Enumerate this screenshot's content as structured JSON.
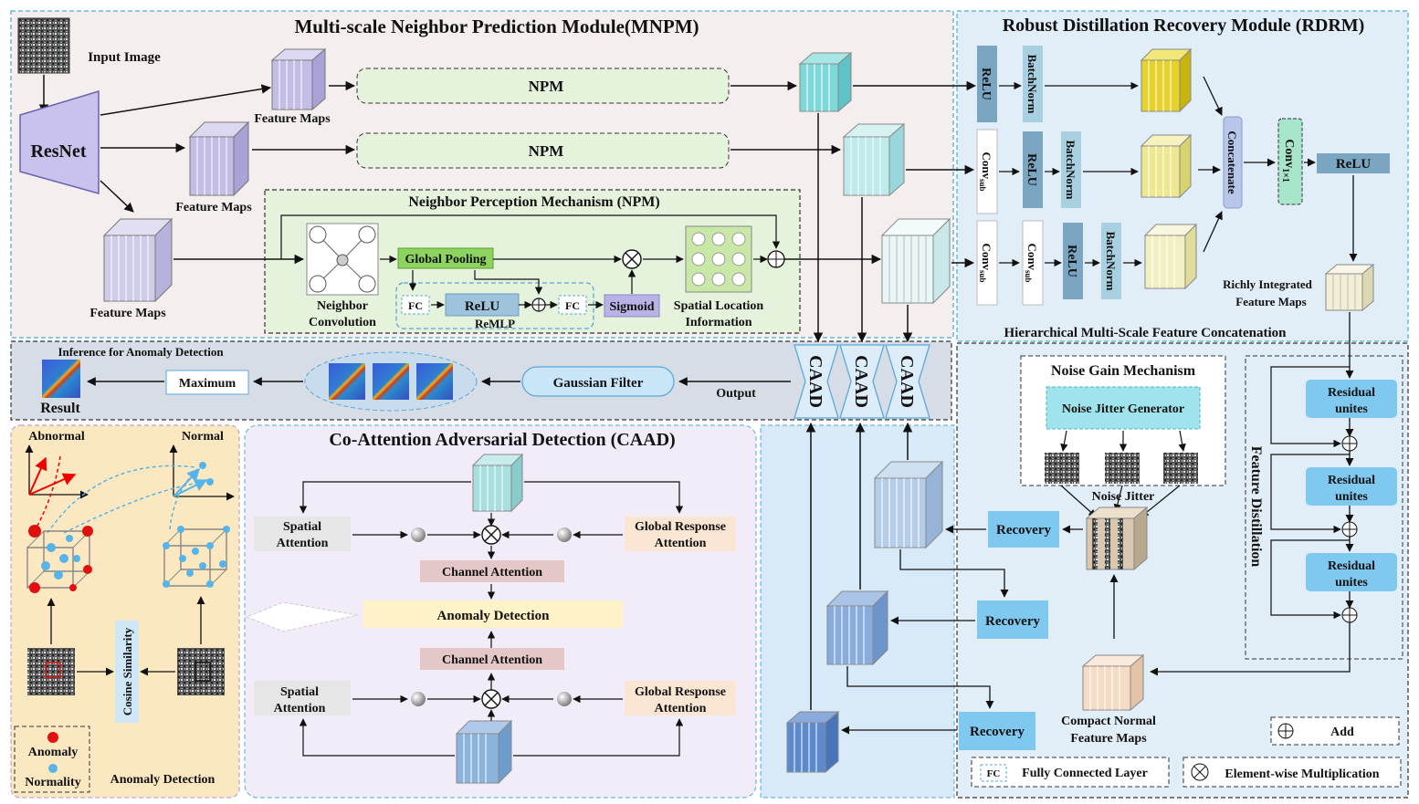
{
  "mnpm": {
    "title": "Multi-scale Neighbor Prediction Module(MNPM)",
    "input_image": "Input Image",
    "resnet": "ResNet",
    "feature_maps": "Feature Maps",
    "npm": "NPM",
    "npm_detail": {
      "title": "Neighbor Perception Mechanism (NPM)",
      "neighbor_conv_1": "Neighbor",
      "neighbor_conv_2": "Convolution",
      "global_pooling": "Global Pooling",
      "fc": "FC",
      "relu": "ReLU",
      "remlp": "ReMLP",
      "sigmoid": "Sigmoid",
      "spatial_1": "Spatial Location",
      "spatial_2": "Information"
    }
  },
  "inference": {
    "title": "Inference for Anomaly Detection",
    "maximum": "Maximum",
    "result": "Result",
    "gaussian": "Gaussian Filter",
    "output": "Output",
    "caad_label": "CAAD"
  },
  "rdrm": {
    "title": "Robust Distillation Recovery Module (RDRM)",
    "relu": "ReLU",
    "batchnorm": "BatchNorm",
    "conv_sub": "Conv",
    "sub": "sub",
    "concatenate": "Concatenate",
    "conv1x1": "Conv",
    "conv1x1_sub": "1×1",
    "richly_1": "Richly Integrated",
    "richly_2": "Feature Maps",
    "hierarchical": "Hierarchical Multi-Scale Feature Concatenation"
  },
  "noise": {
    "title": "Noise Gain Mechanism",
    "generator": "Noise Jitter Generator",
    "jitter": "Noise Jitter"
  },
  "distill": {
    "title": "Feature Distillation",
    "residual_1": "Residual",
    "residual_2": "unites",
    "compact_1": "Compact Normal",
    "compact_2": "Feature Maps",
    "recovery": "Recovery"
  },
  "caad": {
    "title": "Co-Attention Adversarial Detection (CAAD)",
    "spatial_1": "Spatial",
    "spatial_2": "Attention",
    "global_1": "Global Response",
    "global_2": "Attention",
    "channel": "Channel Attention",
    "anomaly": "Anomaly Detection"
  },
  "left": {
    "abnormal": "Abnormal",
    "normal": "Normal",
    "cosine": "Cosine Similarity",
    "anomaly": "Anomaly",
    "normality": "Normality",
    "anomaly_detection": "Anomaly Detection"
  },
  "legend": {
    "add": "Add",
    "fc": "FC",
    "fc_desc": "Fully Connected Layer",
    "mult": "Element-wise Multiplication"
  }
}
